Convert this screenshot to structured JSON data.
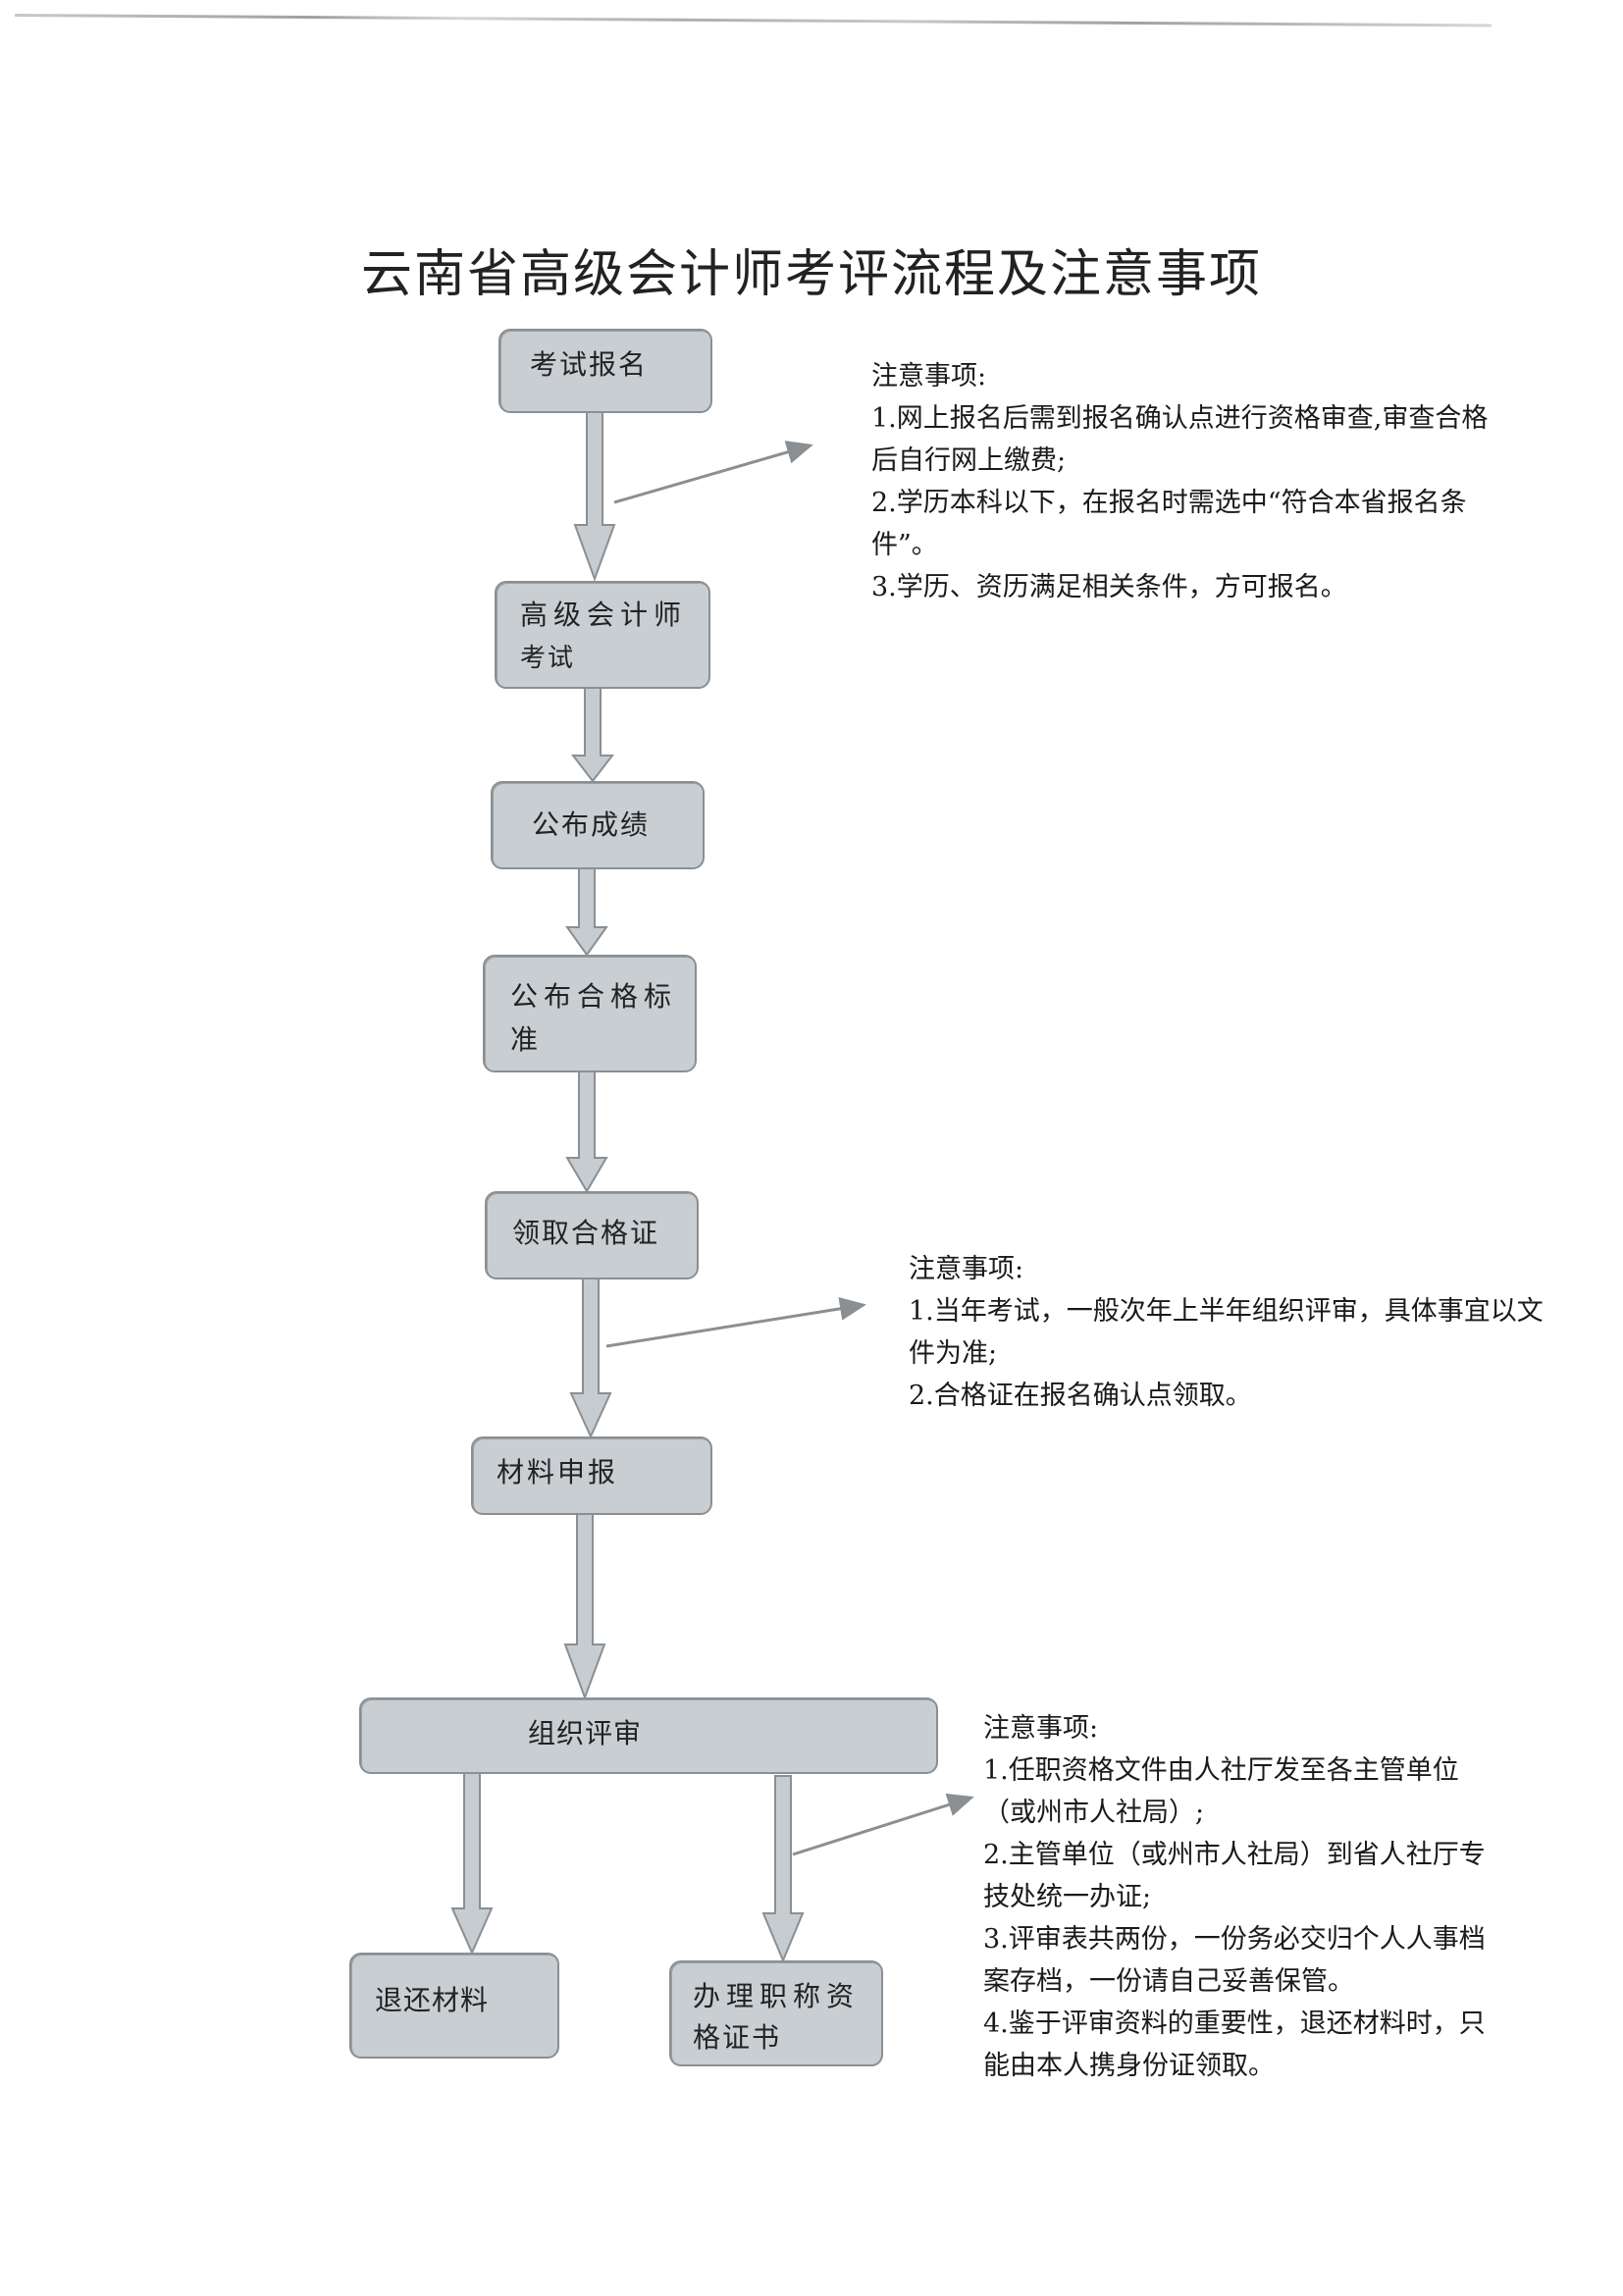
{
  "document": {
    "title": "云南省高级会计师考评流程及注意事项"
  },
  "flow": {
    "steps": [
      {
        "id": "exam-registration",
        "label": "考试报名"
      },
      {
        "id": "senior-accountant-exam",
        "label_line1": "高级会计师",
        "label_line2": "考试"
      },
      {
        "id": "publish-scores",
        "label": "公布成绩"
      },
      {
        "id": "publish-pass-standard",
        "label_line1": "公布合格标",
        "label_line2": "准"
      },
      {
        "id": "receive-certificate",
        "label": "领取合格证"
      },
      {
        "id": "submit-materials",
        "label": "材料申报"
      },
      {
        "id": "organize-review",
        "label": "组织评审"
      },
      {
        "id": "return-materials",
        "label": "退还材料"
      },
      {
        "id": "process-title-certificate",
        "label_line1": "办理职称资",
        "label_line2": "格证书"
      }
    ],
    "arrow_color": "#c7ccd0",
    "box_fill": "#c9ced2",
    "box_border": "#8a8f93"
  },
  "notes": [
    {
      "heading": "注意事项:",
      "lines": [
        "1.网上报名后需到报名确认点进行资格审查,审查合格",
        "后自行网上缴费;",
        "2.学历本科以下，在报名时需选中“符合本省报名条",
        "件”。",
        "3.学历、资历满足相关条件，方可报名。"
      ]
    },
    {
      "heading": "注意事项:",
      "lines": [
        "1.当年考试，一般次年上半年组织评审，具体事宜以文",
        "件为准;",
        "2.合格证在报名确认点领取。"
      ]
    },
    {
      "heading": "注意事项:",
      "lines": [
        "1.任职资格文件由人社厅发至各主管单位",
        "（或州市人社局）;",
        "2.主管单位（或州市人社局）到省人社厅专",
        "技处统一办证;",
        "3.评审表共两份，一份务必交归个人人事档",
        "案存档，一份请自己妥善保管。",
        "4.鉴于评审资料的重要性，退还材料时，只",
        "能由本人携身份证领取。"
      ]
    }
  ]
}
